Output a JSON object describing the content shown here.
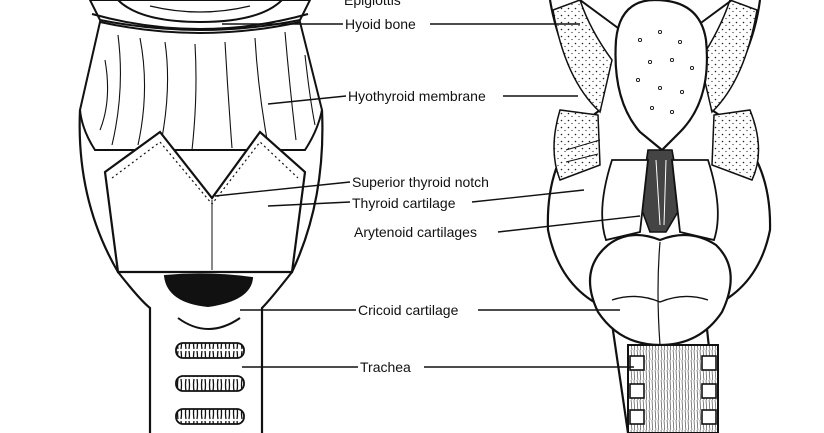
{
  "labels": {
    "epiglottis": "Epiglottis",
    "hyoid_bone": "Hyoid bone",
    "hyothyroid_membrane": "Hyothyroid membrane",
    "superior_thyroid_notch": "Superior thyroid notch",
    "thyroid_cartilage": "Thyroid cartilage",
    "arytenoid_cartilages": "Arytenoid cartilages",
    "cricoid_cartilage": "Cricoid cartilage",
    "trachea": "Trachea"
  },
  "colors": {
    "ink": "#111111",
    "paper": "#ffffff"
  }
}
